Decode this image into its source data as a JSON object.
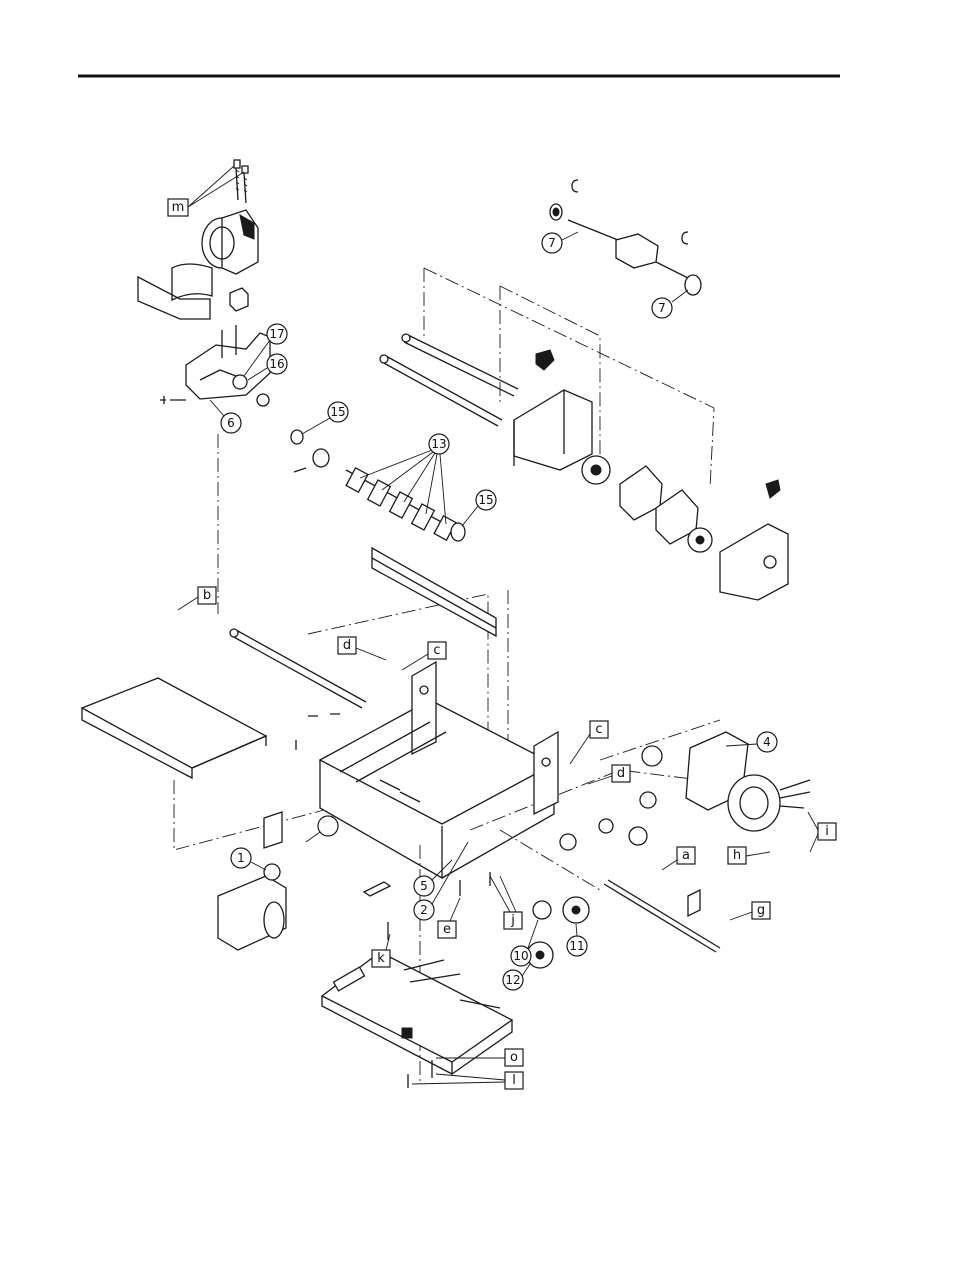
{
  "callouts": {
    "n1": "1",
    "n2": "2",
    "n4": "4",
    "n5": "5",
    "n6": "6",
    "n7a": "7",
    "n7b": "7",
    "n10": "10",
    "n11": "11",
    "n12": "12",
    "n13": "13",
    "n15a": "15",
    "n15b": "15",
    "n16": "16",
    "n17": "17",
    "la": "a",
    "lb": "b",
    "lc1": "c",
    "lc2": "c",
    "ld1": "d",
    "ld2": "d",
    "le": "e",
    "lg": "g",
    "lh": "h",
    "li": "i",
    "lj": "j",
    "lk": "k",
    "ll": "l",
    "lm": "m",
    "lo": "o"
  }
}
